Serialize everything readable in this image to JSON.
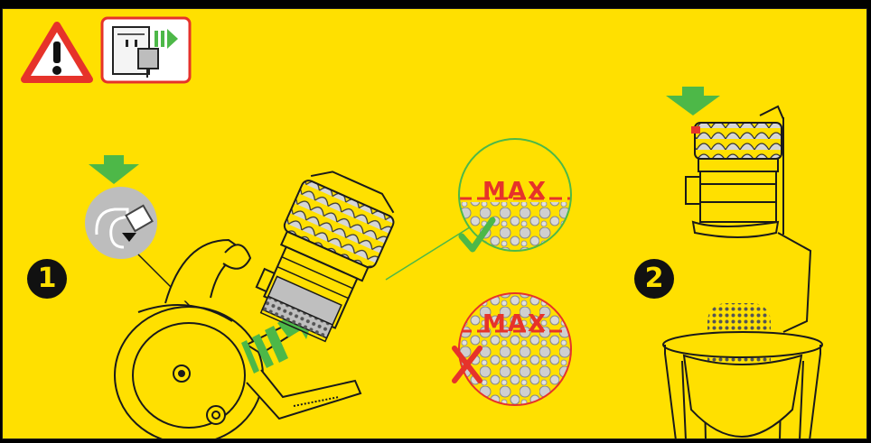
{
  "steps": {
    "step1": "1",
    "step2": "2"
  },
  "labels": {
    "max_ok": "MAX",
    "max_full": "MAX"
  },
  "icons": {
    "warning": "warning-triangle-icon",
    "unplug": "unplug-icon",
    "check": "check-icon",
    "cross": "cross-icon",
    "arrow": "down-arrow-icon"
  },
  "colors": {
    "background": "#ffe000",
    "accent_green": "#4db848",
    "accent_red": "#e6332a",
    "line": "#1a1a1a",
    "grey": "#bdbdbd"
  }
}
